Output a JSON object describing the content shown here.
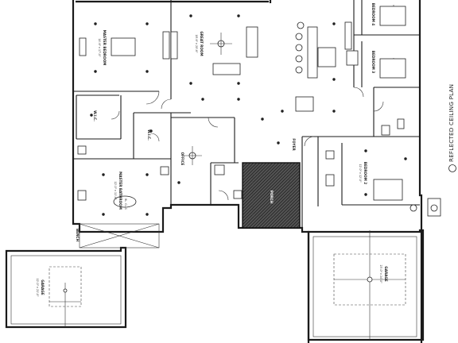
{
  "drawing": {
    "sheet_title": "REFLECTED CEILING PLAN",
    "rooms": {
      "master_bedroom": "MASTER BEDROOM",
      "master_bedroom_dims": "14'-6\" x 17'-0\"",
      "great_room": "GREAT ROOM",
      "great_room_dims": "18'-6\" x 20'-6\"",
      "master_bath": "MASTER BATHROOM",
      "master_bath_dims": "12'-0\" x 11'-6\"",
      "wic_1": "W.I.C.",
      "wic_2": "W.I.C.",
      "office": "OFFICE",
      "foyer": "FOYER",
      "porch": "PORCH",
      "bedroom_2": "BEDROOM 2",
      "bedroom_3": "BEDROOM 3",
      "bedroom_4": "BEDROOM 4",
      "bedroom_dims": "12'-0\" x 12'-0\"",
      "garage_left": "GARAGE",
      "garage_left_dims": "12'-0\" x 21'-0\"",
      "garage_right": "GARAGE",
      "garage_right_dims": "23'-0\" x 24'-0\"",
      "bench": "BENCH",
      "tub": "BL. CLLS"
    }
  }
}
